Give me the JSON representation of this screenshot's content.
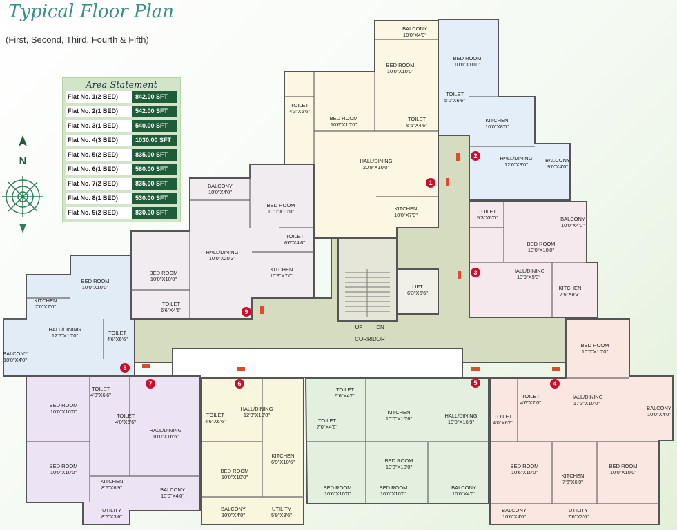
{
  "header": {
    "title": "Typical Floor Plan",
    "subtitle": "(First, Second, Third, Fourth & Fifth)"
  },
  "area_statement": {
    "heading": "Area Statement",
    "rows": [
      {
        "flat": "Flat No. 1(2 BED)",
        "area": "842.00 SFT"
      },
      {
        "flat": "Flat No. 2(1 BED)",
        "area": "542.00 SFT"
      },
      {
        "flat": "Flat No. 3(1 BED)",
        "area": "540.00 SFT"
      },
      {
        "flat": "Flat No. 4(3 BED)",
        "area": "1030.00 SFT"
      },
      {
        "flat": "Flat No. 5(2 BED)",
        "area": "835.00 SFT"
      },
      {
        "flat": "Flat No. 6(1 BED)",
        "area": "560.00 SFT"
      },
      {
        "flat": "Flat No. 7(2 BED)",
        "area": "835.00 SFT"
      },
      {
        "flat": "Flat No. 8(1 BED)",
        "area": "530.00 SFT"
      },
      {
        "flat": "Flat No. 9(2 BED)",
        "area": "830.00 SFT"
      }
    ]
  },
  "compass": {
    "north_label": "N"
  },
  "colors": {
    "flat1": "#fbf7e3",
    "flat2": "#e3eef8",
    "flat3": "#f6e9ee",
    "flat4": "#fbe7e1",
    "flat5": "#e3f0df",
    "flat6": "#f8f6dc",
    "flat7": "#ece4f4",
    "flat8": "#e1ecf6",
    "flat9": "#f1ecf0",
    "corridor": "#d6dcc0",
    "wall": "#555555",
    "marker": "#c8102e"
  },
  "rooms": [
    {
      "text": "BALCONY",
      "dim": "10'0\"X4'0\""
    },
    {
      "text": "BED ROOM",
      "dim": "10'0\"X10'0\""
    },
    {
      "text": "BED ROOM",
      "dim": "10'0\"X10'0\""
    },
    {
      "text": "TOILET",
      "dim": "5'0\"X6'6\""
    },
    {
      "text": "TOILET",
      "dim": "4'3\"X6'6\""
    },
    {
      "text": "BED ROOM",
      "dim": "10'6\"X10'0\""
    },
    {
      "text": "TOILET",
      "dim": "6'6\"X4'6\""
    },
    {
      "text": "KITCHEN",
      "dim": "10'0\"X8'0\""
    },
    {
      "text": "HALL/DINING",
      "dim": "20'9\"X10'0\""
    },
    {
      "text": "HALL/DINING",
      "dim": "12'6\"X8'0\""
    },
    {
      "text": "BALCONY",
      "dim": "9'0\"X4'0\""
    },
    {
      "text": "BALCONY",
      "dim": "10'0\"X4'0\""
    },
    {
      "text": "BED ROOM",
      "dim": "10'0\"X10'0\""
    },
    {
      "text": "KITCHEN",
      "dim": "10'0\"X7'0\""
    },
    {
      "text": "TOILET",
      "dim": "5'3\"X6'0\""
    },
    {
      "text": "BALCONY",
      "dim": "10'0\"X4'0\""
    },
    {
      "text": "TOILET",
      "dim": "6'6\"X4'6\""
    },
    {
      "text": "BED ROOM",
      "dim": "10'0\"X10'0\""
    },
    {
      "text": "HALL/DINING",
      "dim": "10'0\"X20'3\""
    },
    {
      "text": "BED ROOM",
      "dim": "10'0\"X10'0\""
    },
    {
      "text": "KITCHEN",
      "dim": "10'9\"X7'0\""
    },
    {
      "text": "HALL/DINING",
      "dim": "13'9\"X9'3\""
    },
    {
      "text": "KITCHEN",
      "dim": "7'6\"X9'3\""
    },
    {
      "text": "LIFT",
      "dim": "6'3\"X6'6\""
    },
    {
      "text": "BED ROOM",
      "dim": "10'0\"X10'0\""
    },
    {
      "text": "KITCHEN",
      "dim": "7'0\"X7'0\""
    },
    {
      "text": "TOILET",
      "dim": "6'6\"X4'6\""
    },
    {
      "text": "HALL/DINING",
      "dim": "12'6\"X10'0\""
    },
    {
      "text": "TOILET",
      "dim": "4'6\"X6'6\""
    },
    {
      "text": "BALCONY",
      "dim": "10'0\"X4'0\""
    },
    {
      "text": "BED ROOM",
      "dim": "10'0\"X10'0\""
    },
    {
      "text": "TOILET",
      "dim": "4'0\"X6'6\""
    },
    {
      "text": "BED ROOM",
      "dim": "10'0\"X10'0\""
    },
    {
      "text": "TOILET",
      "dim": "4'0\"X6'6\""
    },
    {
      "text": "HALL/DINING",
      "dim": "10'0\"X16'6\""
    },
    {
      "text": "BED ROOM",
      "dim": "10'0\"X10'0\""
    },
    {
      "text": "KITCHEN",
      "dim": "8'6\"X6'9\""
    },
    {
      "text": "BALCONY",
      "dim": "10'0\"X4'0\""
    },
    {
      "text": "UTILITY",
      "dim": "8'6\"X3'6\""
    },
    {
      "text": "TOILET",
      "dim": "4'6\"X6'6\""
    },
    {
      "text": "HALL/DINING",
      "dim": "12'3\"X10'0\""
    },
    {
      "text": "KITCHEN",
      "dim": "6'9\"X10'6\""
    },
    {
      "text": "BED ROOM",
      "dim": "10'0\"X10'0\""
    },
    {
      "text": "BALCONY",
      "dim": "10'0\"X4'0\""
    },
    {
      "text": "UTILITY",
      "dim": "5'9\"X3'6\""
    },
    {
      "text": "TOILET",
      "dim": "6'6\"X4'6\""
    },
    {
      "text": "KITCHEN",
      "dim": "10'0\"X10'6\""
    },
    {
      "text": "HALL/DINING",
      "dim": "10'0\"X16'9\""
    },
    {
      "text": "TOILET",
      "dim": "7'0\"X4'6\""
    },
    {
      "text": "BED ROOM",
      "dim": "10'6\"X10'0\""
    },
    {
      "text": "BED ROOM",
      "dim": "10'0\"X10'0\""
    },
    {
      "text": "BALCONY",
      "dim": "10'0\"X4'0\""
    },
    {
      "text": "BED ROOM",
      "dim": "10'0\"X10'0\""
    },
    {
      "text": "TOILET",
      "dim": "4'6\"X7'0\""
    },
    {
      "text": "HALL/DINING",
      "dim": "17'3\"X10'0\""
    },
    {
      "text": "TOILET",
      "dim": "4'0\"X6'6\""
    },
    {
      "text": "BALCONY",
      "dim": "10'0\"X4'0\""
    },
    {
      "text": "BED ROOM",
      "dim": "10'6\"X10'0\""
    },
    {
      "text": "KITCHEN",
      "dim": "7'6\"X6'9\""
    },
    {
      "text": "BED ROOM",
      "dim": "10'0\"X10'0\""
    },
    {
      "text": "BALCONY",
      "dim": "10'6\"X4'0\""
    },
    {
      "text": "UTILITY",
      "dim": "7'6\"X3'6\""
    }
  ],
  "labels": {
    "up": "UP",
    "dn": "DN",
    "corridor": "CORRIDOR"
  },
  "markers": [
    "1",
    "2",
    "3",
    "4",
    "5",
    "6",
    "7",
    "8",
    "9"
  ]
}
